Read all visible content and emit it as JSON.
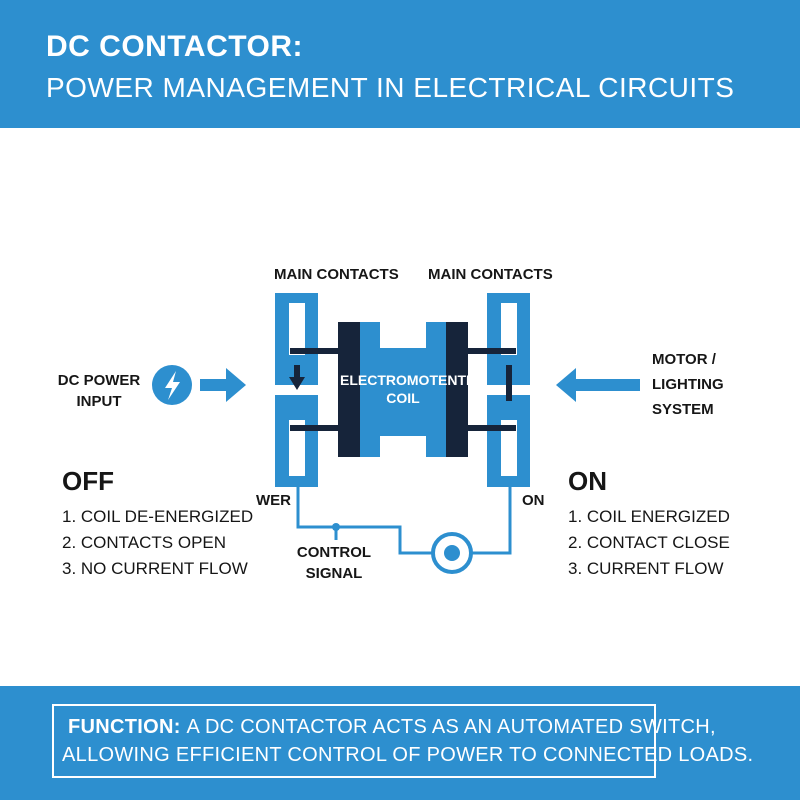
{
  "header": {
    "title": "DC CONTACTOR:",
    "subtitle": "POWER MANAGEMENT IN ELECTRICAL CIRCUITS"
  },
  "diagram": {
    "main_contacts_left": "MAIN CONTACTS",
    "main_contacts_right": "MAIN CONTACTS",
    "coil_line1": "ELECTROMOTENTIC",
    "coil_line2": "COIL",
    "input_line1": "DC POWER",
    "input_line2": "INPUT",
    "output_line1": "MOTOR /",
    "output_line2": "LIGHTING",
    "output_line3": "SYSTEM",
    "wer_label": "WER",
    "on_small_label": "ON",
    "control_line1": "CONTROL",
    "control_line2": "SIGNAL"
  },
  "off_state": {
    "title": "OFF",
    "items": [
      "1. COIL DE-ENERGIZED",
      "2. CONTACTS OPEN",
      "3. NO CURRENT FLOW"
    ]
  },
  "on_state": {
    "title": "ON",
    "items": [
      "1. COIL ENERGIZED",
      "2. CONTACT CLOSE",
      "3. CURRENT FLOW"
    ]
  },
  "footer": {
    "function_label": "FUNCTION:",
    "line1_rest": "A DC CONTACTOR ACTS AS AN AUTOMATED SWITCH,",
    "line2": "ALLOWING EFFICIENT CONTROL OF POWER TO CONNECTED LOADS."
  },
  "colors": {
    "accent_blue": "#2d8fcf",
    "dark_navy": "#16243a",
    "white": "#ffffff"
  },
  "icons": [
    "lightning-bolt-icon",
    "arrow-right-icon",
    "arrow-left-icon",
    "control-button-icon"
  ]
}
